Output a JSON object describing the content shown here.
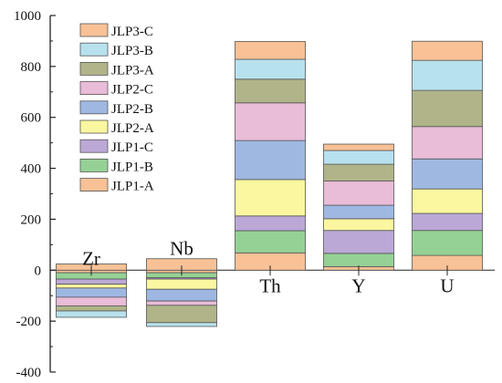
{
  "chart_data": {
    "type": "bar",
    "stacked": true,
    "categories": [
      "Zr",
      "Nb",
      "Th",
      "Y",
      "U"
    ],
    "ylim": [
      -400,
      1000
    ],
    "yticks": [
      -400,
      -200,
      0,
      200,
      400,
      600,
      800,
      1000
    ],
    "title": "",
    "xlabel": "",
    "ylabel": "",
    "legend_position": "top-left",
    "series": [
      {
        "name": "JLP1-A",
        "color": "#f8c196",
        "values": [
          -10,
          -10,
          68,
          14,
          58
        ]
      },
      {
        "name": "JLP1-B",
        "color": "#95d195",
        "values": [
          -25,
          -20,
          87,
          52,
          98
        ]
      },
      {
        "name": "JLP1-C",
        "color": "#bba8d6",
        "values": [
          -20,
          -5,
          58,
          90,
          67
        ]
      },
      {
        "name": "JLP2-A",
        "color": "#fbf7a0",
        "values": [
          -15,
          -40,
          143,
          46,
          96
        ]
      },
      {
        "name": "JLP2-B",
        "color": "#9fb8e2",
        "values": [
          -36,
          -46,
          153,
          53,
          118
        ]
      },
      {
        "name": "JLP2-C",
        "color": "#e9bcd8",
        "values": [
          -34,
          -17,
          148,
          95,
          127
        ]
      },
      {
        "name": "JLP3-A",
        "color": "#b1b489",
        "values": [
          -20,
          -68,
          93,
          66,
          142
        ]
      },
      {
        "name": "JLP3-B",
        "color": "#b8e1ee",
        "values": [
          -25,
          -15,
          78,
          54,
          118
        ]
      },
      {
        "name": "JLP3-C",
        "color": "#f8c196",
        "values": [
          25,
          45,
          70,
          25,
          75
        ]
      }
    ]
  }
}
